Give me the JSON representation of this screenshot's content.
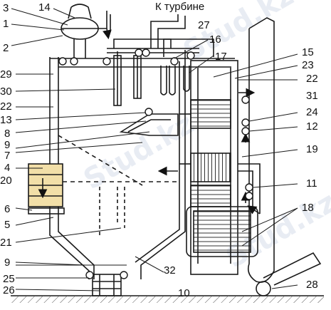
{
  "caption": "К турбине",
  "watermarks": [
    "Stud.kz",
    "Stud.kz",
    "Stud.kz"
  ],
  "labels": {
    "l1": "1",
    "l2": "2",
    "l3": "3",
    "l4": "4",
    "l5": "5",
    "l6": "6",
    "l7": "7",
    "l8": "8",
    "l9a": "9",
    "l9b": "9",
    "l10": "10",
    "l11": "11",
    "l12": "12",
    "l13": "13",
    "l14": "14",
    "l15": "15",
    "l16": "16",
    "l17": "17",
    "l18": "18",
    "l19": "19",
    "l20": "20",
    "l21": "21",
    "l22a": "22",
    "l22b": "22",
    "l23": "23",
    "l24": "24",
    "l25": "25",
    "l26": "26",
    "l27": "27",
    "l28": "28",
    "l29": "29",
    "l30": "30",
    "l31": "31",
    "l32": "32"
  },
  "colors": {
    "line": "#1a1a1a",
    "hatch": "#444444",
    "burner_fill": "#f2dfa8"
  }
}
